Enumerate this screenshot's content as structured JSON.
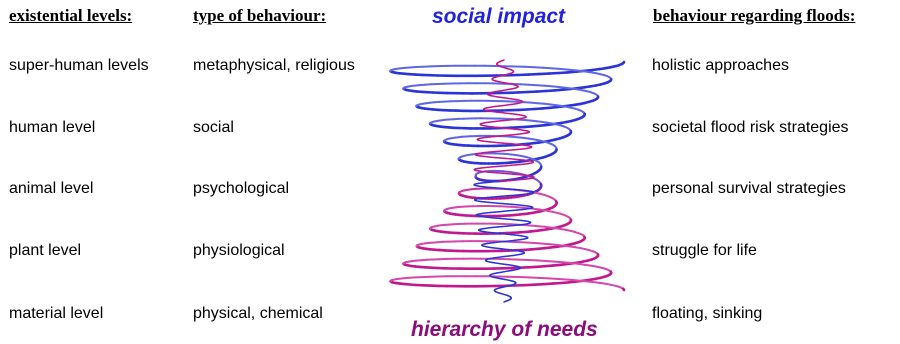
{
  "headers": {
    "existential": "existential levels:",
    "behaviour": "type of behaviour:",
    "floods": "behaviour regarding floods:"
  },
  "labels": {
    "top": "social impact",
    "bottom": "hierarchy of needs",
    "top_color": "#2222dd",
    "bottom_color": "#8b0d7a"
  },
  "rows": [
    {
      "level": "super-human levels",
      "behaviour": "metaphysical, religious",
      "flood": "holistic approaches"
    },
    {
      "level": "human level",
      "behaviour": "social",
      "flood": "societal flood risk strategies"
    },
    {
      "level": "animal level",
      "behaviour": "psychological",
      "flood": "personal survival strategies"
    },
    {
      "level": "plant level",
      "behaviour": "physiological",
      "flood": "struggle for life"
    },
    {
      "level": "material level",
      "behaviour": "physical, chemical",
      "flood": "floating, sinking"
    }
  ],
  "spiral_colors": {
    "blue": "#2b35d6",
    "light_blue": "#8c8ff0",
    "magenta": "#c2188f",
    "pink": "#e070c0"
  }
}
